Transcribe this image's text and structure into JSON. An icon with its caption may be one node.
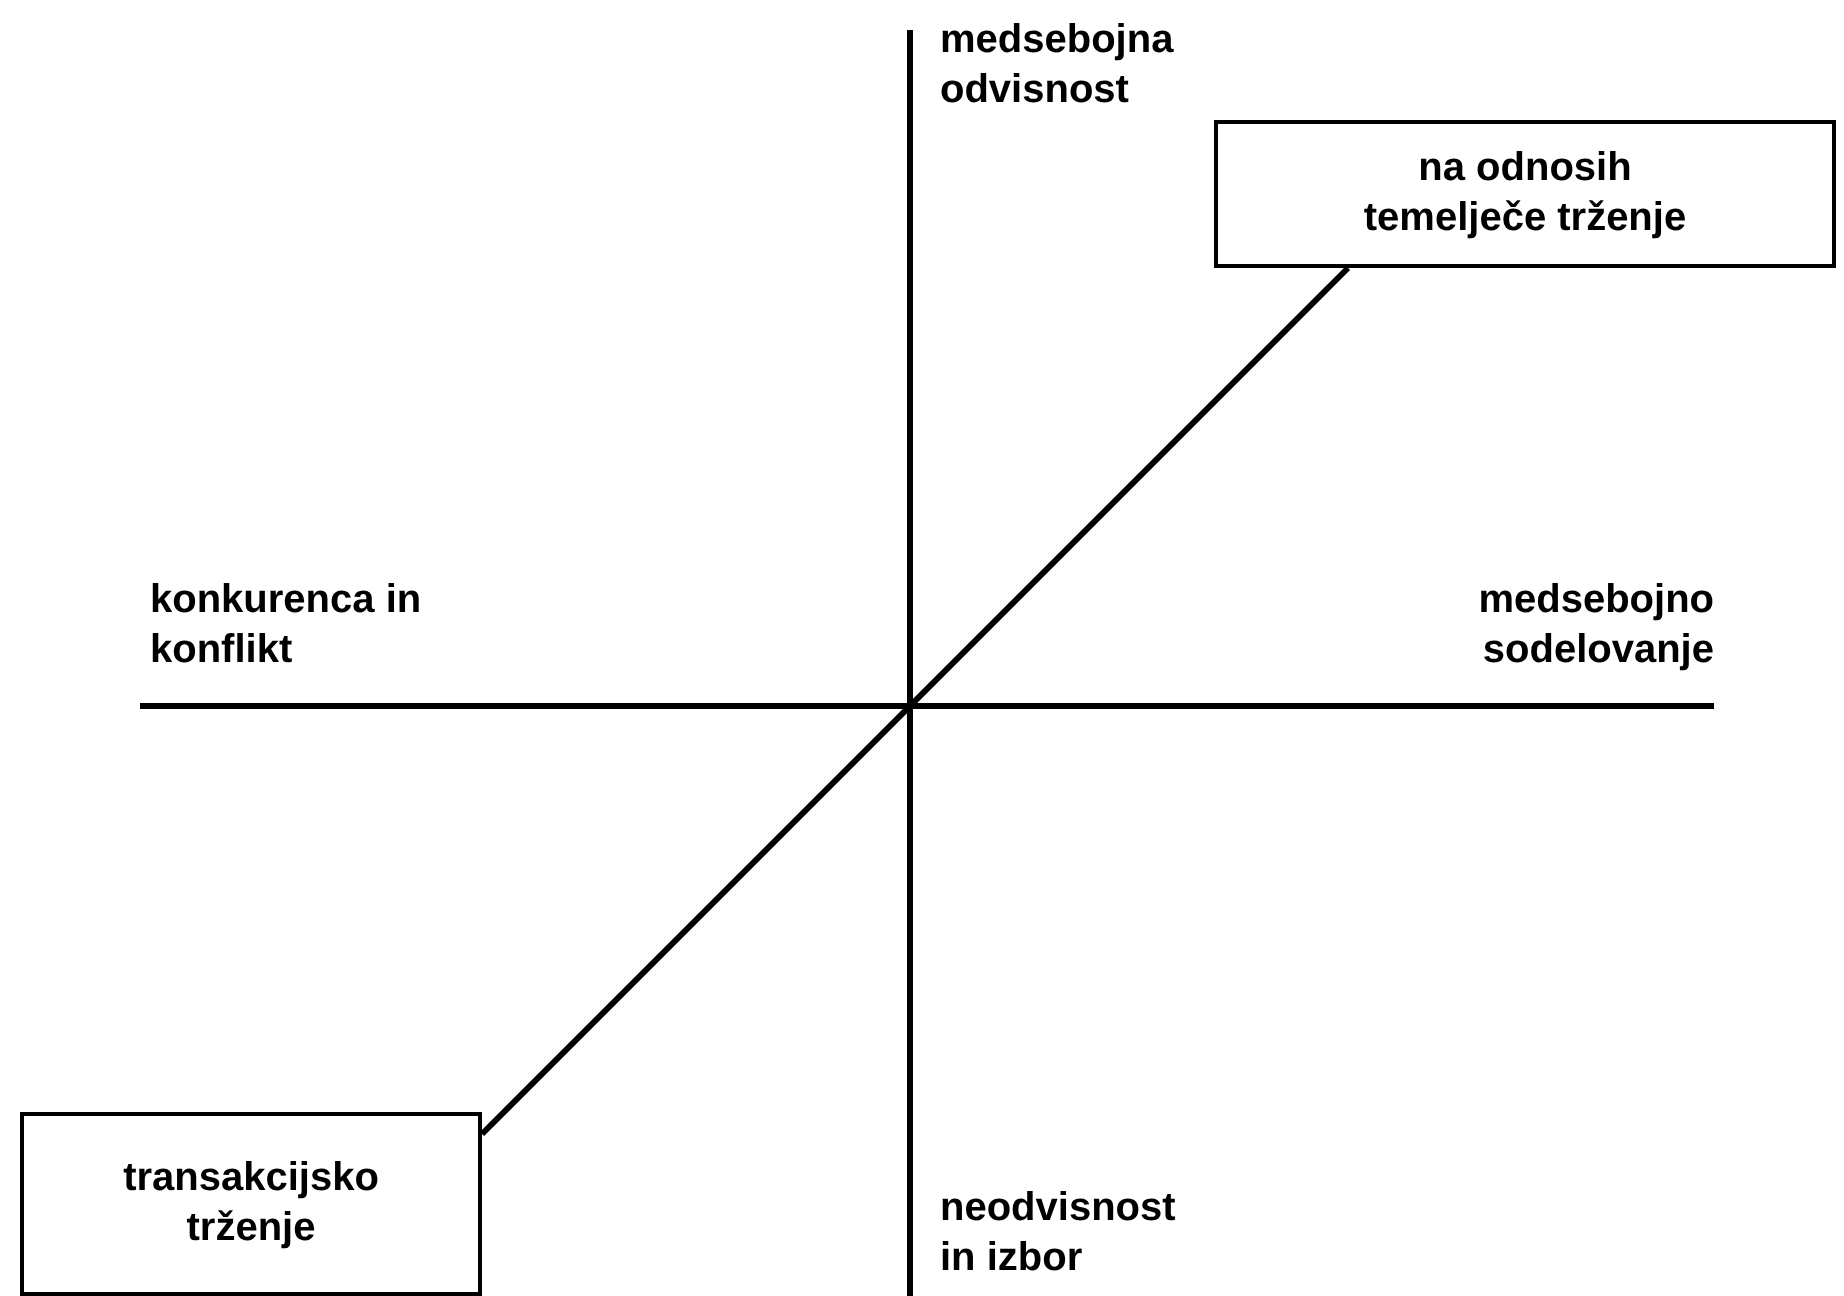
{
  "diagram": {
    "nodes": [
      {
        "text": [
          "na odnosih temelječe trženje"
        ]
      },
      {
        "text": [
          "transakcijsko trženje"
        ]
      }
    ],
    "edges": [
      {
        "from": 0,
        "to": 1,
        "arrow": "none"
      }
    ],
    "labels": [
      "medsebojna odvisnost",
      "konkurenca in konflikt",
      "medsebojno sodelovanje",
      "neodvisnost in izbor"
    ]
  }
}
